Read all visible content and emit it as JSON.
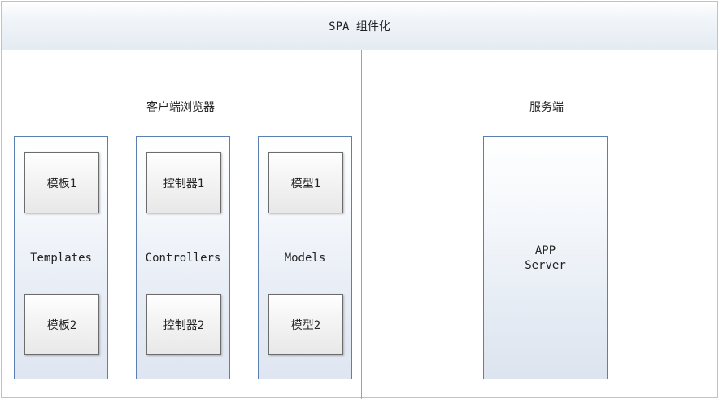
{
  "header": {
    "title": "SPA 组件化"
  },
  "client": {
    "label": "客户端浏览器",
    "columns": [
      {
        "label": "Templates",
        "items": [
          "模板1",
          "模板2"
        ]
      },
      {
        "label": "Controllers",
        "items": [
          "控制器1",
          "控制器2"
        ]
      },
      {
        "label": "Models",
        "items": [
          "模型1",
          "模型2"
        ]
      }
    ]
  },
  "server": {
    "label": "服务端",
    "box_lines": [
      "APP",
      "Server"
    ]
  },
  "colors": {
    "box_border": "#5b7fb1",
    "card_border": "#6c6c6c",
    "divider": "#9aa4b0"
  }
}
